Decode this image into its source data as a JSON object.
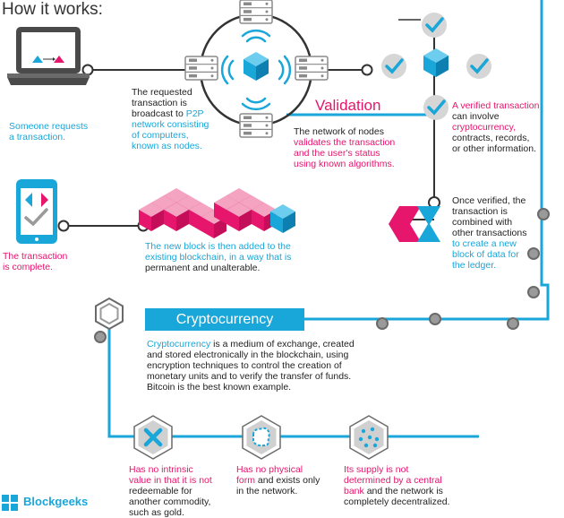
{
  "title": "How it works:",
  "step1": {
    "line1": "Someone requests",
    "line2": "a transaction."
  },
  "step2": {
    "line1": "The requested",
    "line2": "transaction is",
    "line3a": "broadcast to ",
    "line3b": "P2P",
    "line4": "network consisting",
    "line5": "of computers,",
    "line6": "known as nodes."
  },
  "validation": {
    "label": "Validation",
    "line1": "The network of nodes",
    "line2": "validates the transaction",
    "line3": "and the user's status",
    "line4": "using known algorithms."
  },
  "step4": {
    "line1": "A verified transaction",
    "line2": "can involve",
    "line3": "cryptocurrency,",
    "line4": "contracts, records,",
    "line5": "or other information."
  },
  "step5": {
    "line1": "Once verified, the",
    "line2": "transaction is",
    "line3": "combined with",
    "line4": "other transactions",
    "line5": "to create a new",
    "line6": "block of data for",
    "line7": "the ledger."
  },
  "step6": {
    "line1": "The new block is then added to the",
    "line2": "existing blockchain, in a way that is",
    "line3": "permanent and unalterable."
  },
  "step7": {
    "line1": "The transaction",
    "line2": "is complete."
  },
  "crypto": {
    "label": "Cryptocurrency",
    "line1a": "Cryptocurrency",
    "line1b": " is a medium of exchange, created",
    "line2": "and stored electronically in the blockchain, using",
    "line3": "encryption techniques to control the creation of",
    "line4": "monetary units and to verify the transfer of funds.",
    "line5": "Bitcoin is the best known example."
  },
  "feature1": {
    "line1": "Has no intrinsic",
    "line2": "value in that it is not",
    "line3": "redeemable for",
    "line4": "another commodity,",
    "line5": "such as gold."
  },
  "feature2": {
    "line1": "Has no physical",
    "line2": "form",
    "line2b": " and exists only",
    "line3": "in the network."
  },
  "feature3": {
    "line1": "Its supply is not",
    "line2": "determined by a central",
    "line3": "bank",
    "line3b": " and the network is",
    "line4": "completely decentralized."
  },
  "logo": {
    "text": "Blockgeeks"
  },
  "colors": {
    "cyan": "#19a6d8",
    "pink": "#e5166c",
    "grey": "#7a7a7a",
    "darkgrey": "#4a4a4a"
  }
}
